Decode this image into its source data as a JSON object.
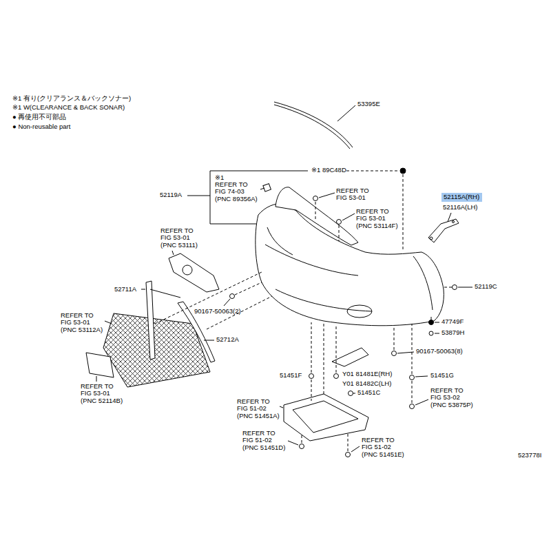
{
  "diagram": {
    "nodes": [
      {
        "text": [
          "52115A(RH)"
        ]
      }
    ],
    "labels": [
      "※1 有り(クリアランス＆バックソナー)",
      "※1 W(CLEARANCE & BACK SONAR)",
      "● 再使用不可部品",
      "● Non-reusable part",
      "53395E",
      "※1",
      "REFER TO FIG 74-03 (PNC 89356A)",
      "※1 89C48D",
      "52119A",
      "REFER TO FIG 53-01",
      "REFER TO FIG 53-01 (PNC 53114F)",
      "52116A(LH)",
      "REFER TO FIG 53-01 (PNC 53111)",
      "52711A",
      "90167-50063(2)",
      "52119C",
      "REFER TO FIG 53-01 (PNC 53112A)",
      "52712A",
      "47749F",
      "53879H",
      "90167-50063(8)",
      "51451F",
      "Y01 81481E(RH)",
      "Y01 81482C(LH)",
      "51451G",
      "REFER TO FIG 53-01 (PNC 52114B)",
      "51451C",
      "REFER TO FIG 53-02 (PNC 53875P)",
      "REFER TO FIG 51-02 (PNC 51451A)",
      "REFER TO FIG 51-02 (PNC 51451D)",
      "REFER TO FIG 51-02 (PNC 51451E)",
      "523778I"
    ]
  }
}
